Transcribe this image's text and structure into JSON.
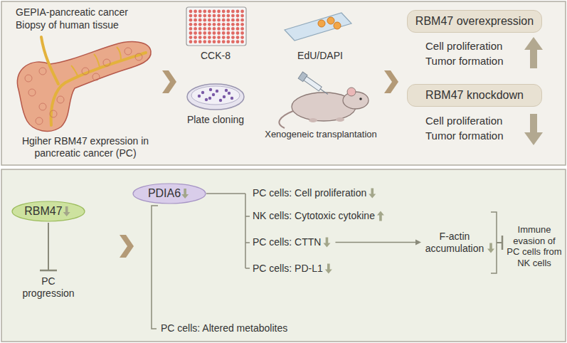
{
  "diagram": {
    "nodes": [
      {
        "text": [
          "RBM47 overexpression"
        ]
      },
      {
        "text": [
          "RBM47 knockdown"
        ]
      },
      {
        "text": [
          "RBM47"
        ]
      },
      {
        "text": [
          "PDIA6"
        ]
      }
    ],
    "labels": [
      "GEPIA-pancreatic cancer",
      "Biopsy of human tissue",
      "Hgiher RBM47 expression in pancreatic cancer (PC)",
      "CCK-8",
      "EdU/DAPI",
      "Plate cloning",
      "Xenogeneic transplantation",
      "Cell proliferation",
      "Tumor formation",
      "Cell proliferation",
      "Tumor formation",
      "PC progression",
      "PC cells: Cell proliferation",
      "NK cells: Cytotoxic cytokine",
      "PC cells: CTTN",
      "F-actin accumulation",
      "PC cells: PD-L1",
      "Immune evasion of PC cells from NK cells",
      "PC cells: Altered metabolites"
    ]
  }
}
